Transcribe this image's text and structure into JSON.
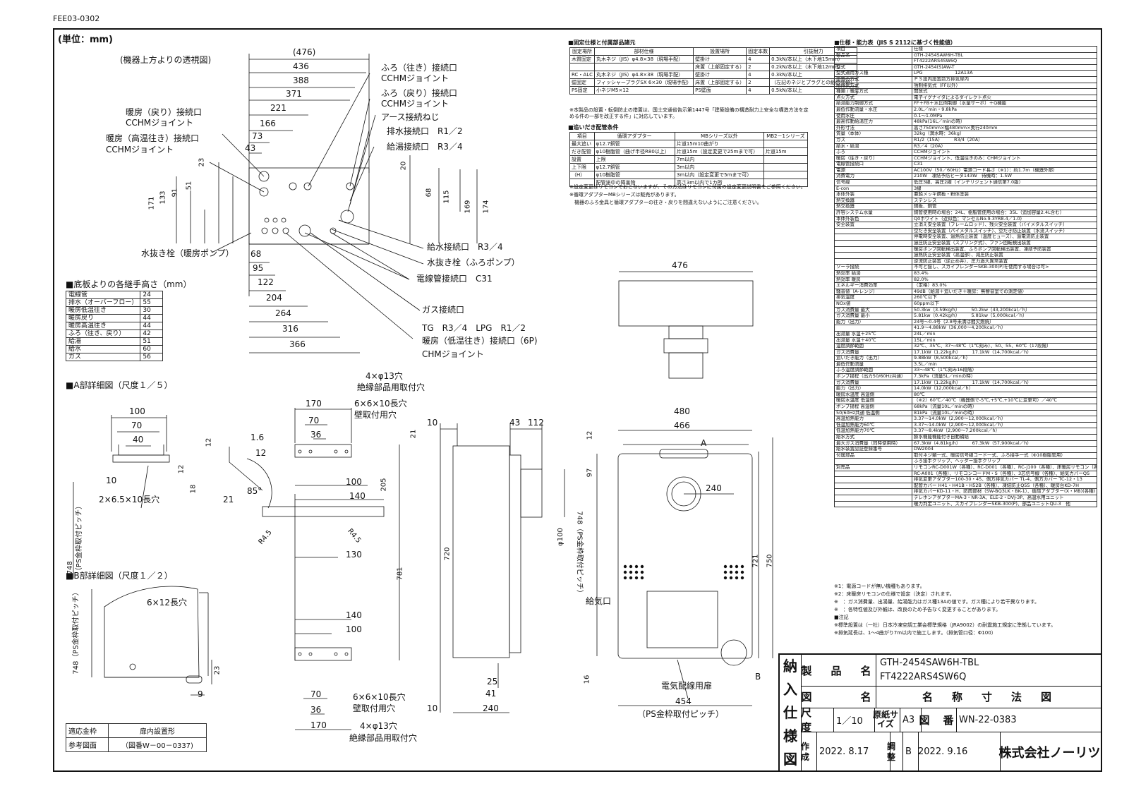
{
  "doc_code": "FEE03-0302",
  "unit": "(単位：mm)",
  "top_view": {
    "caption": "(機器上方よりの透視図)",
    "dims_h": [
      "(476)",
      "436",
      "388",
      "371",
      "221",
      "166",
      "73",
      "43"
    ],
    "dims_v_left": [
      "23",
      "51",
      "91",
      "133",
      "171"
    ],
    "dims_v_right": [
      "20",
      "68",
      "115",
      "169",
      "174"
    ],
    "dims_bottom": [
      "68",
      "95",
      "122",
      "204",
      "264",
      "316",
      "366"
    ],
    "labels": {
      "bath_out": "ふろ（往き）接続口",
      "bath_out_sub": "CCHMジョイント",
      "bath_ret": "ふろ（戻り）接続口",
      "bath_ret_sub": "CCHMジョイント",
      "earth": "アース接続ねじ",
      "drain": "排水接続口　R1／2",
      "hot": "給湯接続口　R3／4",
      "heat_ret": "暖房（戻り）接続口",
      "heat_ret_sub": "CCHMジョイント",
      "heat_hi": "暖房（高温往き）接続口",
      "heat_hi_sub": "CCHMジョイント",
      "water": "給水接続口　R3／4",
      "bath_drain": "水抜き栓（ふろポンプ）",
      "cable": "電線管接続口　C31",
      "gas": "ガス接続口",
      "gas_sub": "TG　R3／4　LPG　R1／2",
      "heat_lo": "暖房（低温往き）接続口（6P)",
      "heat_lo_sub": "CHMジョイント",
      "heat_drain": "水抜き栓（暖房ポンプ）"
    }
  },
  "heights": {
    "title": "■底板よりの各継手高さ（mm）",
    "rows": [
      [
        "電線管",
        "24"
      ],
      [
        "排水（オーバーフロー）",
        "55"
      ],
      [
        "暖房低温往き",
        "30"
      ],
      [
        "暖房戻り",
        "44"
      ],
      [
        "暖房高温往き",
        "44"
      ],
      [
        "ふろ（往き、戻り）",
        "42"
      ],
      [
        "給湯",
        "51"
      ],
      [
        "給水",
        "60"
      ],
      [
        "ガス",
        "56"
      ]
    ]
  },
  "detail_a": {
    "title": "■A部詳細図（尺度１／５）",
    "dims": [
      "100",
      "70",
      "40",
      "12",
      "1.6",
      "12",
      "10",
      "12",
      "18",
      "21",
      "85°"
    ],
    "slot": "2×6.5×10長穴",
    "pitch": "748\n（PS金枠取付ピッチ）"
  },
  "detail_b": {
    "title": "■B部詳細図（尺度１／２）",
    "slot": "6×12長穴",
    "dims": [
      "23",
      "9"
    ],
    "pitch": "748（PS金枠取付ピッチ）"
  },
  "ref": {
    "r1c1": "適応金枠",
    "r1c2": "扉内設置形",
    "r2c1": "参考図面",
    "r2c2": "（図番W－00－0337)"
  },
  "bracket": {
    "top_holes": "4×φ13穴",
    "top_holes_sub": "絶縁部品用取付穴",
    "top_slot": "6×6×10長穴",
    "top_slot_sub": "壁取付用穴",
    "dims_top": [
      "170",
      "70",
      "36",
      "100",
      "140",
      "205",
      "130"
    ],
    "r": [
      "R4.5",
      "R4.5"
    ],
    "dims_bottom": [
      "140",
      "100",
      "70",
      "36",
      "170"
    ],
    "bottom_slot": "6×6×10長穴",
    "bottom_slot_sub": "壁取付用穴",
    "bottom_holes": "4×φ13穴",
    "bottom_holes_sub": "絶縁部品用取付穴",
    "height": "781"
  },
  "side_view": {
    "dims": [
      "10",
      "43",
      "112",
      "21",
      "720",
      "φ100",
      "25",
      "41",
      "10",
      "240"
    ]
  },
  "front_view": {
    "top_width": "476",
    "dims": [
      "480",
      "466",
      "12",
      "97",
      "240",
      "721",
      "750",
      "16",
      "454"
    ],
    "pitch": "748（PS金枠取付ピッチ）",
    "pitch_bottom": "（PS金枠取付ピッチ）",
    "label_a": "A",
    "label_b": "B",
    "air_inlet": "給気口",
    "door": "電気配線用扉"
  },
  "fix_table": {
    "title": "■固定仕様と付属部品諸元",
    "header": [
      "固定場所",
      "部材仕様",
      "設置場所",
      "固定本数",
      "引抜耐力"
    ],
    "rows": [
      [
        "木質固定",
        "丸木ネジ（JIS）φ4.8×38（現場手配）",
        "壁掛け",
        "4",
        "0.3kN/本以上（木下地15mm）"
      ],
      [
        "",
        "",
        "床置（上部固定する）",
        "2",
        "0.2kN/本以上（木下地12mm）"
      ],
      [
        "RC・ALC",
        "丸木ネジ（JIS）φ4.8×38（現場手配）",
        "壁掛け",
        "4",
        "0.3kN/本以上"
      ],
      [
        "壁固定",
        "フィッシャープラグSX 6×30（現場手配）",
        "床置（上部固定する）",
        "2",
        "（左記のネジとプラグとの組合せ値）"
      ],
      [
        "PS固定",
        "小ネジM5×12",
        "PS壁面",
        "4",
        "0.5kN/本以上"
      ]
    ],
    "note": "※本製品の設置・転倒防止の措置は、国土交通省告示第1447号「建築設備の構造耐力上安全な構造方法を定める件の一部を改正する件」に対応しています。"
  },
  "pipe_table": {
    "title": "■追いだき配管条件",
    "header": [
      "項目",
      "循環アダプター",
      "MBシリーズ以外",
      "MB2－1シリーズ"
    ],
    "rows": [
      [
        "最大追い",
        "φ12.7銅管",
        "片道15m10曲がり",
        ""
      ],
      [
        "だき配管",
        "φ10樹脂管（曲げ半径R80以上）",
        "片道15m（設定変更で25mまで可）",
        "片道15m"
      ],
      [
        "設置",
        "上限",
        "7m以内",
        ""
      ],
      [
        "上下限",
        "φ12.7銅管",
        "3m以内",
        ""
      ],
      [
        "（H）",
        "φ10樹脂管",
        "3m以内（設定変更で5mまで可）",
        ""
      ],
      [
        "",
        "配管途中の障害物",
        "高さ3m以内で1カ所",
        ""
      ]
    ],
    "notes": [
      "※設定変更はリモコンでおこないますが、その方法はリモコンに付属の設定変更説明書をご参照ください。",
      "※循環アダプターMBシリーズは販売があります。",
      "　機器のふろ金具と循環アダプターの往き・戻りを間違えないようにご注意ください。"
    ]
  },
  "spec_table": {
    "title": "■仕様・能力表（JIS S 2112に基づく性能値）",
    "header": [
      "項目",
      "仕様"
    ],
    "rows": [
      [
        "製品名",
        "GTH-2454SAW6H-TBL"
      ],
      [
        "",
        "FT4222ARS4SW6Q"
      ],
      [
        "型式",
        "GTH-2454(S)AW-T"
      ],
      [
        "型式適用ガス種",
        "LPG　　　　　　　12A13A"
      ],
      [
        "設置の方式",
        "ＰＳ設内設置前方排気扉内"
      ],
      [
        "給排気方式",
        "強制排気式（FF以外）"
      ],
      [
        "種類 / 暖房方式",
        "開放式"
      ],
      [
        "点火方式",
        "電子イグナイタによるダイレクト点火"
      ],
      [
        "給湯能力制御方式",
        "FF＋FB＋水比例制御（水量サーボ）＋Q機能"
      ],
      [
        "最低作動流量・水圧",
        "2.0L／min・9.8kPa"
      ],
      [
        "使用水圧",
        "0.1～1.0MPa"
      ],
      [
        "最高作動給湯圧力",
        "48kPa(16L／minの時）"
      ],
      [
        "外形寸法",
        "高さ750mm×幅480mm×奥行240mm"
      ],
      [
        "質量（本体）",
        "32kg（満水時：36kg）"
      ],
      [
        "ガス",
        "R1/2（15A）　　　R3/4（20A）"
      ],
      [
        "給水・給湯",
        "R3／4（20A）"
      ],
      [
        "ふろ",
        "CCHMジョイント"
      ],
      [
        "暖房（往き・戻り）",
        "CCHMジョイント、低温往きのみ：CHMジョイント"
      ],
      [
        "電線管接続口",
        "C31"
      ],
      [
        "電源",
        "AC100V（50／60Hz）電源コード長さ（※1）：約1.7m（機器外部）"
      ],
      [
        "消費電力",
        "210W　凍結予防ヒータ143W　待機時：1.5W"
      ],
      [
        "信号線",
        "低圧3線、高圧2線（インテリジェント通信第7.0版）"
      ],
      [
        "E-con",
        "3線"
      ],
      [
        "本体外装",
        "亜鉛メッキ鋼板・粉体塗装"
      ],
      [
        "熱交換器",
        "ステンレス"
      ],
      [
        "熱交換器",
        "銅板、銅管"
      ],
      [
        "許容システム水量",
        "銅管使用時の場合：24L、樹脂管使用の場合：35L（追加容量2.4L含む）"
      ],
      [
        "本体外装色",
        "Q0ホワイト（近似色：マンセルNo.9.3YR8.4／1.0)"
      ],
      [
        "安全装置",
        "立消え安全装置（フレームロッド）、残火安全装置（バイメタルスイッチ）"
      ],
      [
        "",
        "空だき安全装置（バイメタルスイッチ）、空だき防止装置（水流スイッチ）"
      ],
      [
        "",
        "停電時安全装置、過熱防止装置（温度ヒューズ）、過電流防止装置"
      ],
      [
        "",
        "過圧防止安全装置（スプリング式）、ファン回転検出装置"
      ],
      [
        "",
        "暖房ポンプ回転検出装置、ふろポンプ回転検出装置、凍結予防装置"
      ],
      [
        "",
        "過熱防止安全装置（高温部）、減圧防止装置"
      ],
      [
        "",
        "逆流防止装置（逆止め弁）、圧力過大異常装置"
      ],
      [
        "ソーラ接続",
        "不可と接し、スカイプレンダーSKB-300(P)を使用する場合は可>"
      ],
      [
        "熱効率 給湯",
        "83.4%"
      ],
      [
        "熱効率 暖房",
        "82.0%"
      ],
      [
        "エネルギー消費効率",
        "（定格）83.0%"
      ],
      [
        "騒音値（A-レンジ）",
        "49dB（給湯＋追いだき＋暖房：無響音室での測定値）"
      ],
      [
        "排気温度",
        "260℃以下"
      ],
      [
        "NOx値",
        "60ppm以下"
      ],
      [
        "ガス消費量 最大",
        "50.3kw（3.59kg/h）　　　50.2kw（43,200kcal／h）"
      ],
      [
        "ガス消費量 最小",
        "5.81kw（0.42kg/h）　　　5.81kw（5,000kcal／h）"
      ],
      [
        "能力（出力）",
        "24号～0.4号（2.8号未満は間欠燃焼）"
      ],
      [
        "",
        "41.9～4.88kW（36,000～4,200kcal／h）"
      ],
      [
        "出湯量 水温＋25℃",
        "24L／min"
      ],
      [
        "出湯量 水温＋40℃",
        "15L／min"
      ],
      [
        "温度調節範囲",
        "32℃、35℃、37～48℃（1℃刻み）、50、55、60℃（17段階）"
      ],
      [
        "ガス消費量",
        "17.1kW（1.22kg/h）　　　17.1kW（14,700kcal／h）"
      ],
      [
        "追いだき能力（出力）",
        "9.88kW（8,500kcal／h）"
      ],
      [
        "最低作動流量",
        "3.5L／min"
      ],
      [
        "ふろ温度調節範囲",
        "33～48℃（1℃刻み16段階）"
      ],
      [
        "ポンプ揚程（出力50/60Hz共通）",
        "7.3kPa（流量5L／minの時）"
      ],
      [
        "ガス消費量",
        "17.1kW（1.22kg/h）　　　17.1kW（14,700kcal／h）"
      ],
      [
        "能力（出力）",
        "14.0kW（12,000kcal／h）"
      ],
      [
        "暖房水温度 高温側",
        "80℃"
      ],
      [
        "暖房水温度 低温側",
        "（※2）60℃／40℃（機器側で-5℃,+5℃,+10℃に変更可）／40℃"
      ],
      [
        "ポンプ揚程 高温側",
        "68kPa（流量10L／minの時）"
      ],
      [
        "50/60Hz共通 低温側",
        "81kPa（流量10L／minの時）"
      ],
      [
        "高温加熱能力",
        "3.37～14.0kW（2,900～12,000kcal／h）"
      ],
      [
        "低温加熱能力60℃",
        "3.37～14.0kW（2,900～12,000kcal／h）"
      ],
      [
        "低温加熱能力70℃",
        "3.37～8.4kW（2,900～7,200kcal／h）"
      ],
      [
        "給水方式",
        "膨水機能機能付き自動補給"
      ],
      [
        "最大ガス消費量（同時使用時）",
        "67.3kW（4.81kg/h）　　　67.3kW（57,900kcal／h）"
      ],
      [
        "給水装置認証登録番号",
        "DW2004"
      ],
      [
        "付属部品",
        "取付ネジ類一式、暖房信号線コード一式、ふろ接手一式（Φ10樹脂管用）"
      ],
      [
        "",
        "ふろ接手クリップ、ヘッダー接手クリップ"
      ],
      [
        "別売品",
        "リモコンRC-D001W（各種）、RC-D001（各種）、RC-J100（各種）、床暖房リモコン（各種）"
      ],
      [
        "",
        "RC-A001（各種）、リモコンコードM・S（各種）、3芯信号線（各種）、給気カバーQS"
      ],
      [
        "",
        "排気変更アダプター100-30・45、側方排気カバー TL-4、側方カバー TC-12・13"
      ],
      [
        "",
        "配管カバー H41・H41B・H52B（各種）、凍結防止Q55（各種）、暖房台KD-7H"
      ],
      [
        "",
        "排気カバーKD-11・H、防雨部材（SW-BQ3LK・BK-1）、循環アダプター(X・MB)(各種)"
      ],
      [
        "",
        "テレホンアダプターMA-3・NR-3A、ELE-2・DVJ-3P、高温水用ユニット"
      ],
      [
        "",
        "暖力判定ユニット、スカイプレンダーSKB-300(P)、部品ユニットQU-3　他"
      ]
    ],
    "notes": [
      "※1：電源コードが無い機種もあります。",
      "※2：床暖房リモコンの仕様で設定（決定）されます。",
      "※　：ガス消費量、出湯量、給湯能力はガス種13Aの値です。ガス種により若干異なります。",
      "※　：各特性値及び外観は、改良のため予告なく変更することがあります。",
      "■注記",
      "※標準設置は（一社）日本冷凍空調工業会標準規格（JRA9002）の耐震施工規定に準拠しています。",
      "※排気延長は、1～4曲がり7m以内で施工します。（排気管口径：Φ100）"
    ]
  },
  "title_block": {
    "vertical": [
      "納",
      "入",
      "仕",
      "様",
      "図"
    ],
    "product_label": "製　品　名",
    "product_1": "GTH-2454SAW6H-TBL",
    "product_2": "FT4222ARS4SW6Q",
    "drawing_label": "図　　　名",
    "drawing_name": "名　称　寸　法　図",
    "scale_label": "尺　度",
    "scale": "1／10",
    "paper_label": "原紙サイズ",
    "paper": "A3",
    "no_label": "図　番",
    "no": "WN-22-0383",
    "made_label": "作成",
    "made_date": "2022. 8.17",
    "check_label": "調整",
    "check_rev": "B",
    "check_date": "2022. 9.16",
    "company": "株式会社ノーリツ"
  }
}
